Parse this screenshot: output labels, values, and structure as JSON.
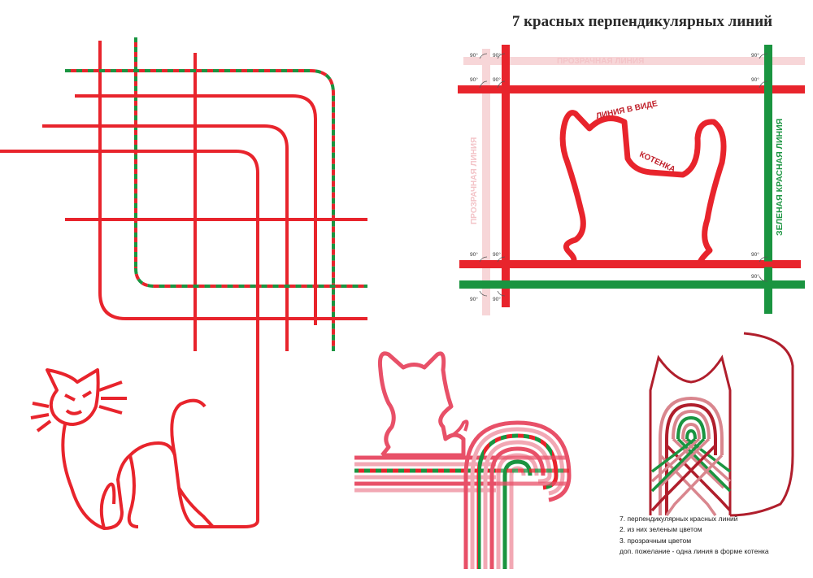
{
  "title": "7 красных перпендикулярных линий",
  "labels": {
    "transparent_line": "ПРОЗРАЧНАЯ ЛИНИЯ",
    "green_red_line": "ЗЕЛЕНАЯ КРАСНАЯ ЛИНИЯ",
    "kitten_line_top": "ЛИНИЯ В ВИДЕ",
    "kitten_line_bottom": "КОТЕНКА",
    "angle": "90°"
  },
  "notes": [
    "7. перпендикулярных красных линий",
    "2. из них зеленым цветом",
    "3. прозрачным цветом",
    "доп. пожелание - одна линия в форме котенка"
  ],
  "colors": {
    "red": "#e8242c",
    "green": "#1a9440",
    "pale_pink": "#f7d6d8",
    "dusty_pink": "#d9868e",
    "dark_red": "#b01e2c"
  }
}
